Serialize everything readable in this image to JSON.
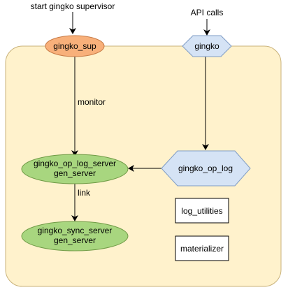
{
  "diagram": {
    "inputs": {
      "start_label": "start gingko supervisor",
      "api_label": "API calls"
    },
    "nodes": {
      "sup": {
        "label": "gingko_sup",
        "shape": "ellipse",
        "fill": "#f8b07a",
        "stroke": "#c77a45"
      },
      "gingko": {
        "label": "gingko",
        "shape": "hexagon",
        "fill": "#d5e3f5",
        "stroke": "#7f9cc5"
      },
      "op_log_server": {
        "line1": "gingko_op_log_server",
        "line2": "gen_server",
        "shape": "ellipse",
        "fill": "#a8d67f",
        "stroke": "#6f9a45"
      },
      "op_log": {
        "label": "gingko_op_log",
        "shape": "hexagon",
        "fill": "#d5e3f5",
        "stroke": "#7f9cc5"
      },
      "sync_server": {
        "line1": "gingko_sync_server",
        "line2": "gen_server",
        "shape": "ellipse",
        "fill": "#a8d67f",
        "stroke": "#6f9a45"
      },
      "log_utilities": {
        "label": "log_utilities",
        "shape": "rectangle",
        "fill": "#ffffff",
        "stroke": "#000000"
      },
      "materializer": {
        "label": "materializer",
        "shape": "rectangle",
        "fill": "#ffffff",
        "stroke": "#000000"
      }
    },
    "edges": {
      "monitor_label": "monitor",
      "link_label": "link"
    },
    "container": {
      "fill": "#fff2cc",
      "stroke": "#c9b27a"
    }
  }
}
